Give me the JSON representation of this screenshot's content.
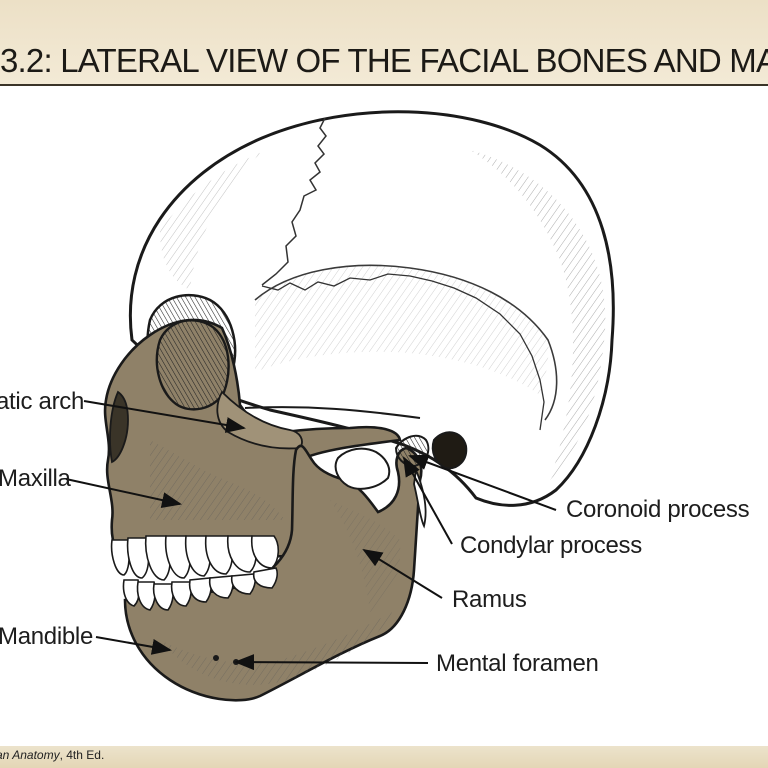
{
  "figure": {
    "title": "3.2: LATERAL VIEW OF THE FACIAL BONES AND MA"
  },
  "labels": {
    "zygomatic_arch": "atic arch",
    "maxilla": "Maxilla",
    "mandible": "Mandible",
    "coronoid_process": "Coronoid process",
    "condylar_process": "Condylar process",
    "ramus": "Ramus",
    "mental_foramen": "Mental foramen"
  },
  "credit": {
    "book": "an Anatomy",
    "edition": ", 4th Ed."
  },
  "colors": {
    "highlight_bone": "#8f8168",
    "skull_bone": "#ffffff",
    "outline": "#1a1a1a"
  }
}
